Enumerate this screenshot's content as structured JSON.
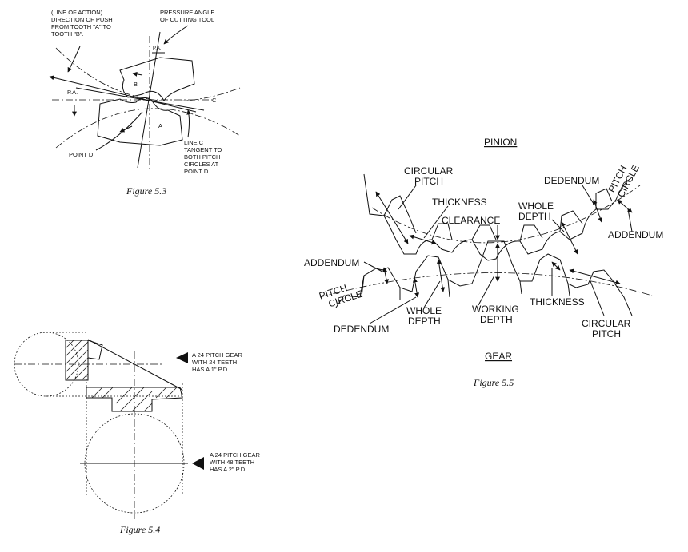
{
  "fig53": {
    "caption": "Figure 5.3",
    "line_of_action": [
      "(LINE OF ACTION)",
      "DIRECTION OF PUSH",
      "FROM TOOTH \"A\" TO",
      "TOOTH \"B\"."
    ],
    "pressure_angle": [
      "PRESSURE ANGLE",
      "OF CUTTING TOOL"
    ],
    "pa_top": "P.A.",
    "pa_left": "P.A.",
    "tooth_b": "B",
    "tooth_a": "A",
    "line_c_end": "C",
    "point_d": "POINT D",
    "line_c": [
      "LINE C",
      "TANGENT TO",
      "BOTH PITCH",
      "CIRCLES AT",
      "POINT D"
    ]
  },
  "fig54": {
    "caption": "Figure 5.4",
    "gear1": [
      "A 24 PITCH GEAR",
      "WITH 24 TEETH",
      "HAS A 1\" P.D."
    ],
    "gear2": [
      "A 24 PITCH GEAR",
      "WITH 48 TEETH",
      "HAS A 2\" P.D."
    ]
  },
  "fig55": {
    "caption": "Figure 5.5",
    "pinion": "PINION",
    "gear": "GEAR",
    "circular_pitch_top": [
      "CIRCULAR",
      "PITCH"
    ],
    "thickness_top": "THICKNESS",
    "clearance": "CLEARANCE",
    "dedendum_top": "DEDENDUM",
    "whole_depth_top": [
      "WHOLE",
      "DEPTH"
    ],
    "pitch_circle_top": [
      "PITCH",
      "CIRCLE"
    ],
    "addendum_right": "ADDENDUM",
    "addendum_left": "ADDENDUM",
    "pitch_circle_bottom": [
      "PITCH",
      "CIRCLE"
    ],
    "dedendum_bottom": "DEDENDUM",
    "whole_depth_bottom": [
      "WHOLE",
      "DEPTH"
    ],
    "working_depth": [
      "WORKING",
      "DEPTH"
    ],
    "thickness_bottom": "THICKNESS",
    "circular_pitch_bottom": [
      "CIRCULAR",
      "PITCH"
    ]
  }
}
